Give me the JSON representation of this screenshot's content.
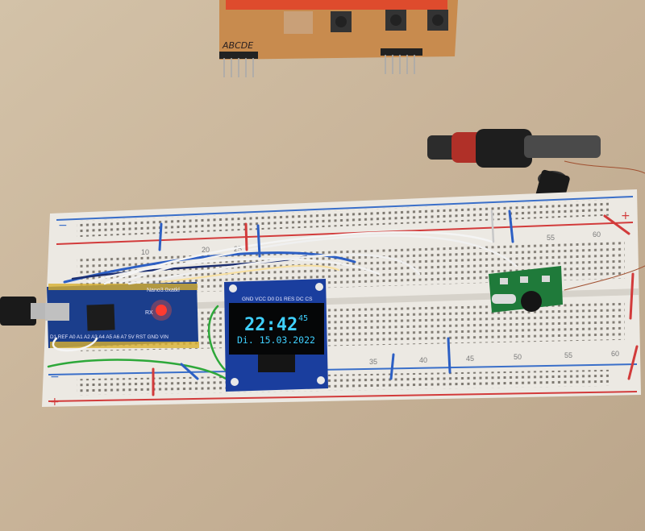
{
  "scene": {
    "description_labels": {
      "pcb_header_label": "ABCDE",
      "oled_pin_labels": "GND VCC D0 D1 RES DC CS",
      "nano_label": "Nano3.0xatkl",
      "nano_bottom_labels": "D1 REF A0 A1 A2 A3 A4 A5 A6 A7 5V RST GND VIN",
      "nano_led_label": "RX"
    },
    "oled": {
      "time_hm": "22:42",
      "time_sec": "45",
      "date_line": "Di. 15.03.2022"
    },
    "breadboard": {
      "top_numbers": [
        "10",
        "20",
        "25",
        "55",
        "60"
      ],
      "bottom_numbers": [
        "35",
        "40",
        "45",
        "50",
        "55",
        "60"
      ],
      "rail_plus": "+",
      "rail_minus": "−"
    },
    "colors": {
      "table": "#c9b59b",
      "breadboard": "#ece9e3",
      "rail_red": "#d23b3b",
      "rail_blue": "#3a6fc9",
      "nano_blue": "#1b3e8c",
      "oled_pcb": "#1a3e9e",
      "oled_text": "#3fd0ff",
      "module_green": "#1f7a3a"
    }
  }
}
